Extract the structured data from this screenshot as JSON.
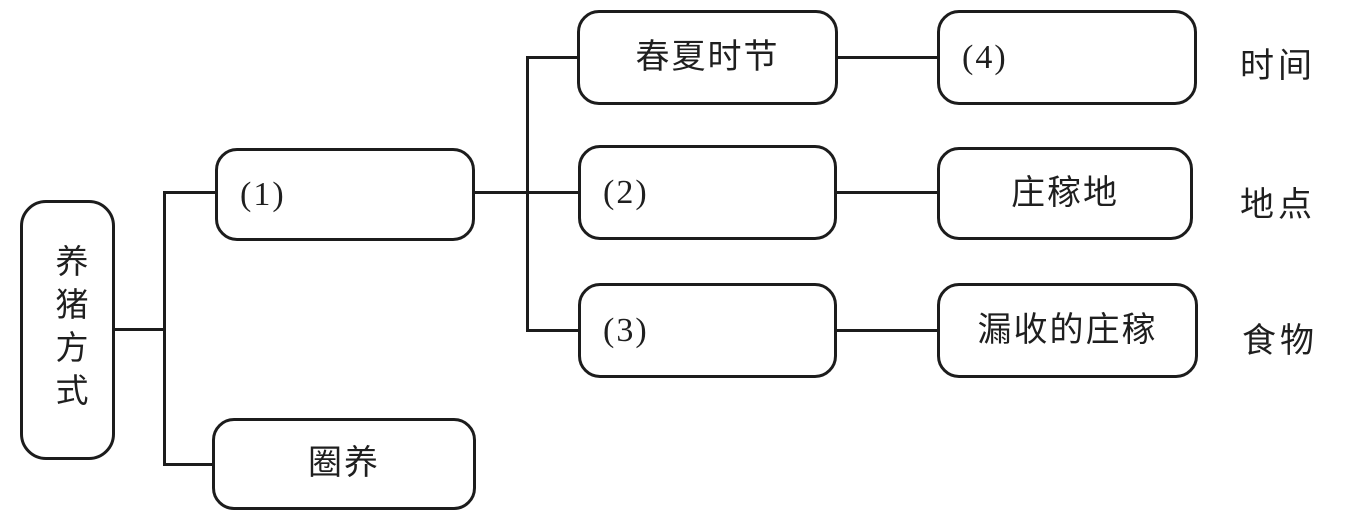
{
  "flowchart": {
    "root": {
      "label": "养猪方式"
    },
    "branches": [
      {
        "label": "(1)"
      },
      {
        "label": "圈养"
      }
    ],
    "details": [
      {
        "label": "春夏时节"
      },
      {
        "label": "(2)"
      },
      {
        "label": "(3)"
      }
    ],
    "results": [
      {
        "label": "(4)"
      },
      {
        "label": "庄稼地"
      },
      {
        "label": "漏收的庄稼"
      }
    ],
    "categories": [
      {
        "label": "时间"
      },
      {
        "label": "地点"
      },
      {
        "label": "食物"
      }
    ]
  },
  "colors": {
    "line": "#1c1c1c",
    "text": "#1f1f1f",
    "background": "#ffffff"
  }
}
